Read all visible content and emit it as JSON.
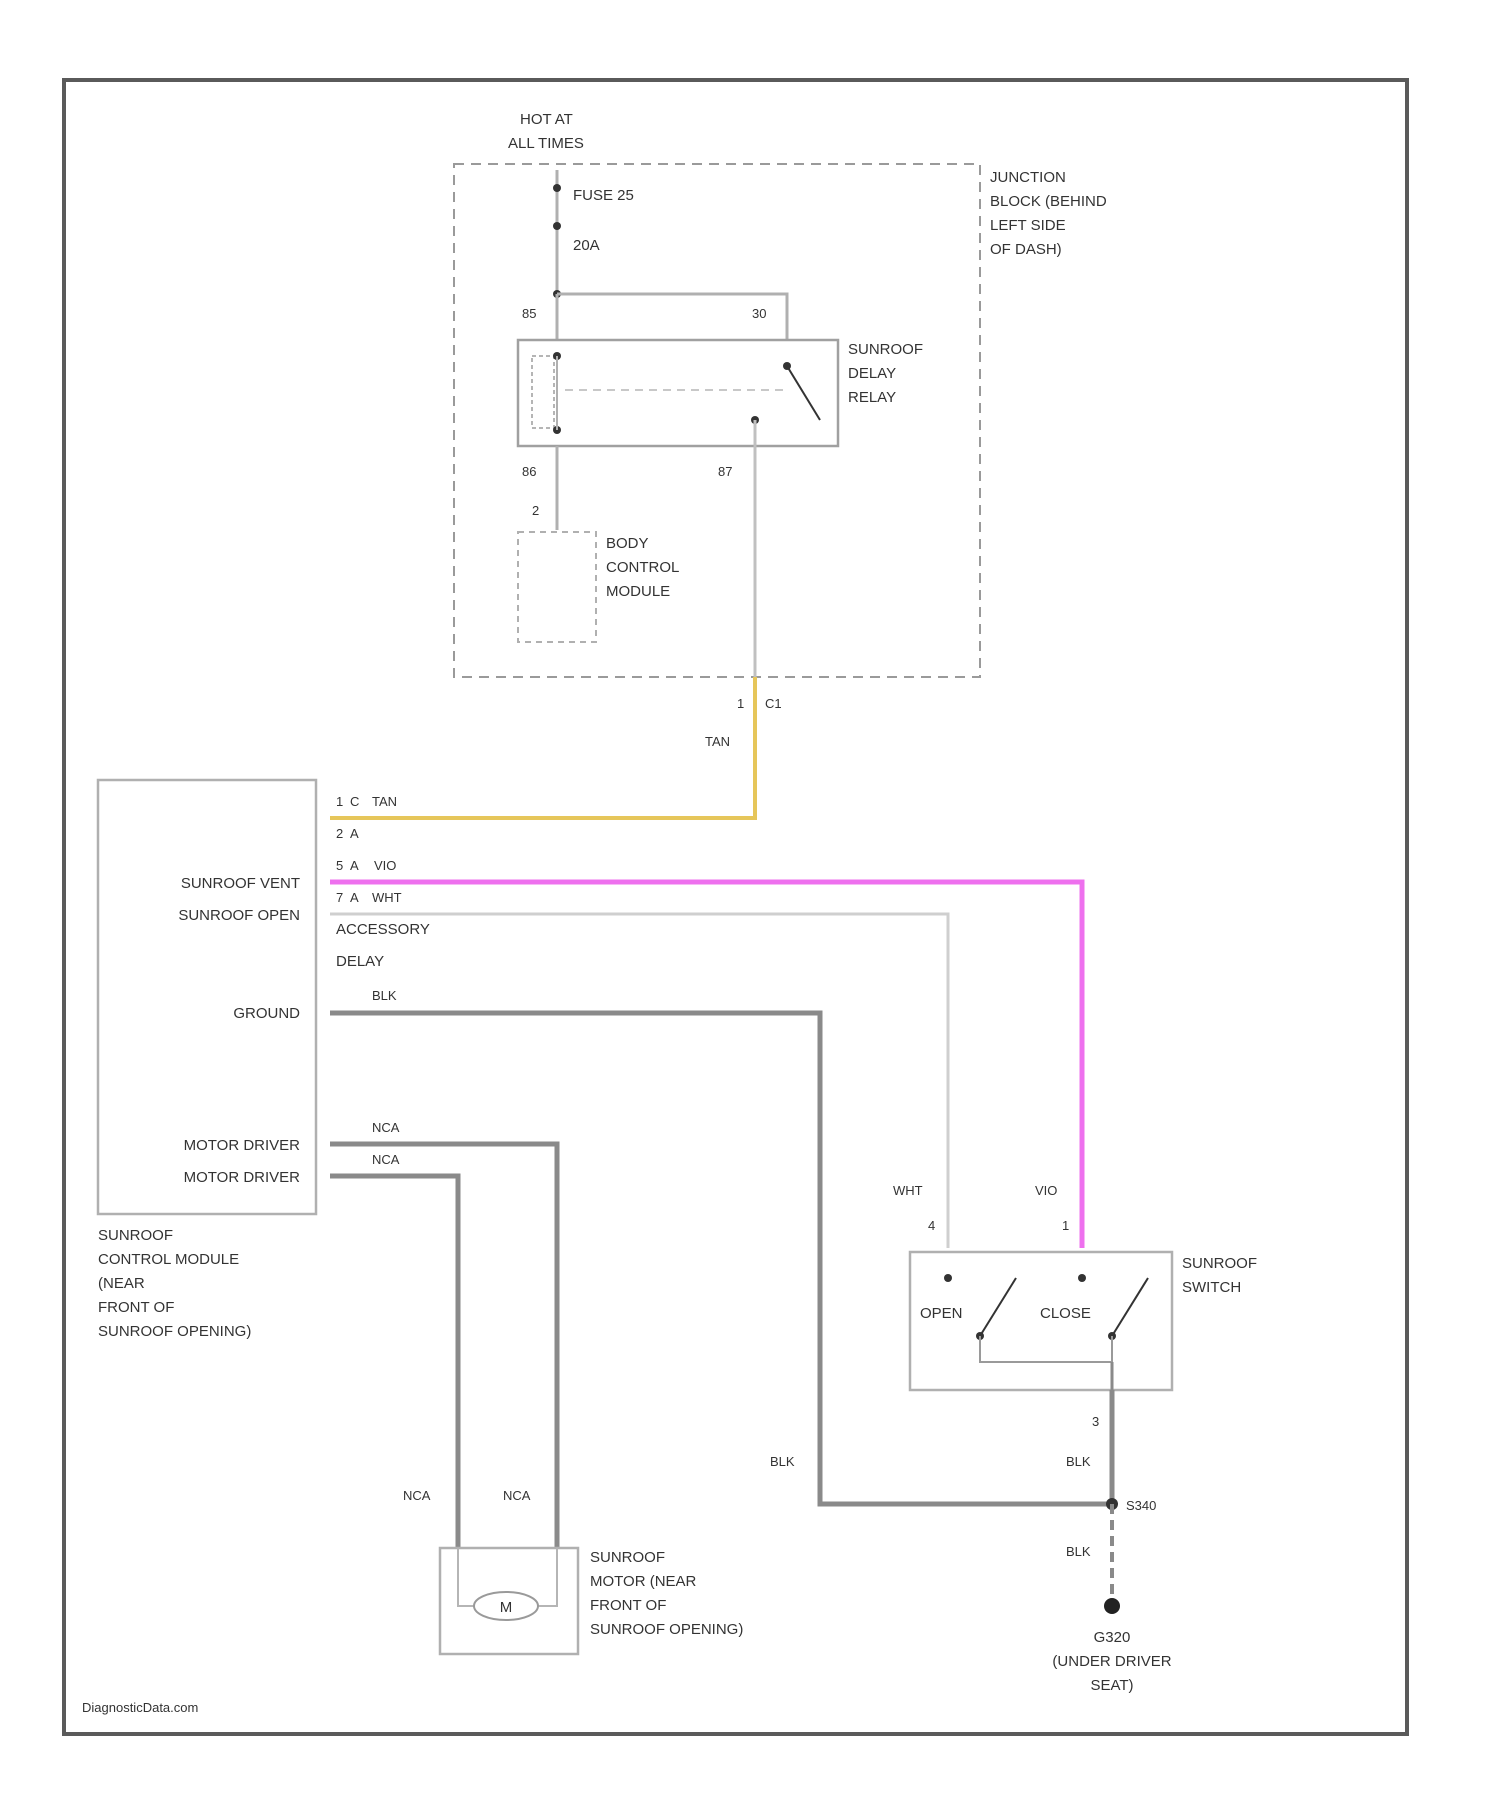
{
  "diagram": {
    "hot_label_1": "HOT AT",
    "hot_label_2": "ALL TIMES",
    "fuse_name": "FUSE 25",
    "fuse_rating": "20A",
    "junction_block": [
      "JUNCTION",
      "BLOCK (BEHIND",
      "LEFT SIDE",
      "OF DASH)"
    ],
    "relay_name": [
      "SUNROOF",
      "DELAY",
      "RELAY"
    ],
    "relay_pins": {
      "p85": "85",
      "p30": "30",
      "p86": "86",
      "p87": "87"
    },
    "bcm_pin": "2",
    "bcm_name": [
      "BODY",
      "CONTROL",
      "MODULE"
    ],
    "connector_c1": "C1",
    "connector_c1_pin": "1",
    "module_name": [
      "SUNROOF",
      "CONTROL MODULE",
      "(NEAR",
      "FRONT OF",
      "SUNROOF OPENING)"
    ],
    "module_labels": {
      "vent": "SUNROOF VENT",
      "open": "SUNROOF OPEN",
      "ground": "GROUND",
      "motor1": "MOTOR DRIVER",
      "motor2": "MOTOR DRIVER",
      "accessory": "ACCESSORY",
      "delay": "DELAY"
    },
    "module_pins": {
      "p1": "1",
      "p2": "2",
      "p5": "5",
      "p7": "7"
    },
    "module_pin_suffix": {
      "p1": "C",
      "p2": "A",
      "p5": "A",
      "p7": "A"
    },
    "wire_colors": {
      "tan": "TAN",
      "vio": "VIO",
      "wht": "WHT",
      "blk": "BLK",
      "nca": "NCA"
    },
    "switch_name": [
      "SUNROOF",
      "SWITCH"
    ],
    "switch_labels": {
      "open": "OPEN",
      "close": "CLOSE"
    },
    "switch_pins": {
      "p4": "4",
      "p1": "1",
      "p3": "3"
    },
    "motor_symbol": "M",
    "motor_name": [
      "SUNROOF",
      "MOTOR (NEAR",
      "FRONT OF",
      "SUNROOF OPENING)"
    ],
    "splice": "S340",
    "ground_point": [
      "G320",
      "(UNDER DRIVER",
      "SEAT)"
    ],
    "footer": "DiagnosticData.com"
  },
  "colors": {
    "frame": "#5a5a5a",
    "wire_gray": "#8a8a8a",
    "wire_light": "#cfcfcf",
    "wire_tan": "#e6c65a",
    "wire_violet": "#ee70ee",
    "text": "#333333"
  }
}
